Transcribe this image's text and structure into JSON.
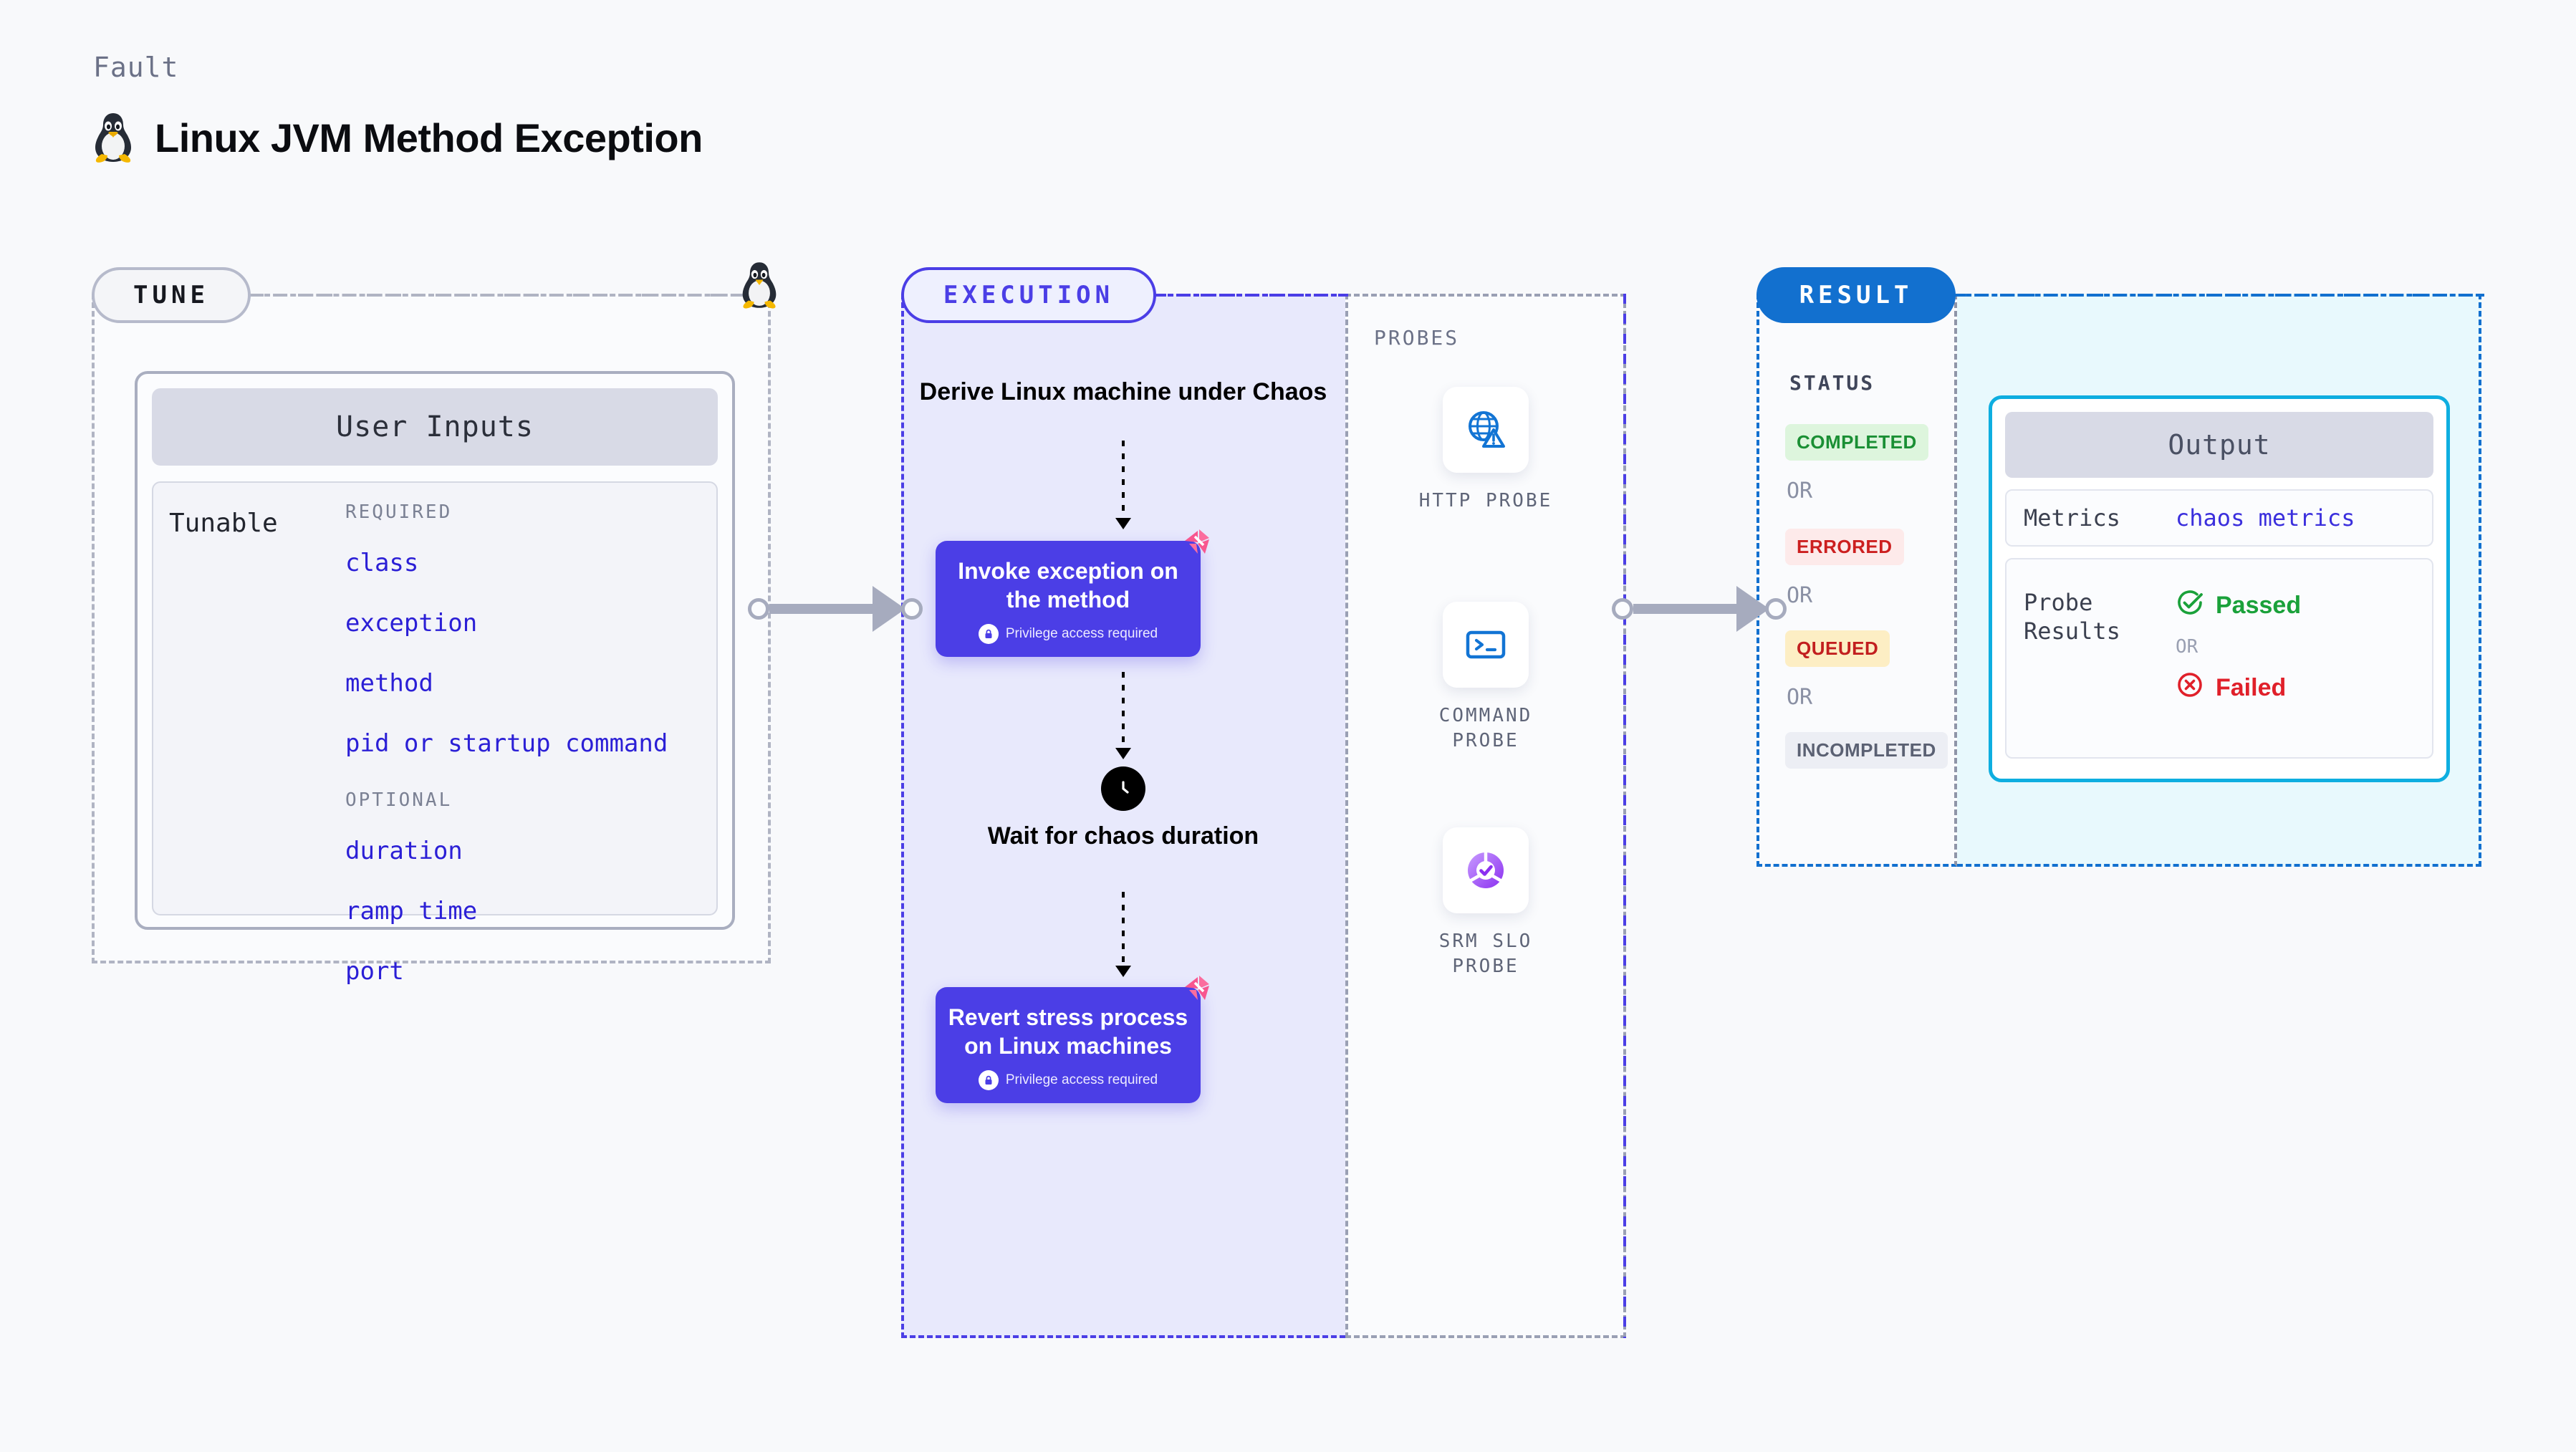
{
  "header": {
    "eyebrow": "Fault",
    "title": "Linux JVM Method Exception",
    "icon": "linux-tux-icon"
  },
  "sections": {
    "tune": {
      "pill_label": "TUNE"
    },
    "execution": {
      "pill_label": "EXECUTION"
    },
    "result": {
      "pill_label": "RESULT"
    },
    "probes": {
      "title": "PROBES"
    }
  },
  "user_inputs": {
    "card_title": "User Inputs",
    "row_label": "Tunable",
    "groups": [
      {
        "title": "REQUIRED",
        "items": [
          "class",
          "exception",
          "method",
          "pid or startup command"
        ]
      },
      {
        "title": "OPTIONAL",
        "items": [
          "duration",
          "ramp time",
          "port"
        ]
      }
    ]
  },
  "execution_flow": {
    "step_derive": "Derive Linux machine under Chaos",
    "node_invoke": {
      "title": "Invoke exception on the method",
      "note": "Privilege access required",
      "icon": "lock-icon",
      "badge_icon": "litmus-ribbon-icon"
    },
    "step_wait": "Wait for chaos duration",
    "wait_icon": "clock-icon",
    "node_revert": {
      "title": "Revert stress process on Linux machines",
      "note": "Privilege access required",
      "icon": "lock-icon",
      "badge_icon": "litmus-ribbon-icon"
    }
  },
  "probes": [
    {
      "label": "HTTP PROBE",
      "icon": "globe-warning-icon"
    },
    {
      "label": "COMMAND PROBE",
      "icon": "terminal-icon"
    },
    {
      "label": "SRM SLO PROBE",
      "icon": "slo-donut-check-icon"
    }
  ],
  "result": {
    "status_title": "STATUS",
    "or_label": "OR",
    "statuses": [
      {
        "label": "COMPLETED",
        "color": "#1a8f34",
        "bg": "#ddf5dd"
      },
      {
        "label": "ERRORED",
        "color": "#cc1f1f",
        "bg": "#fdeaea"
      },
      {
        "label": "QUEUED",
        "color": "#c21f1f",
        "bg": "#fdeec4"
      },
      {
        "label": "INCOMPLETED",
        "color": "#5b6173",
        "bg": "#eceef4"
      }
    ],
    "output": {
      "card_title": "Output",
      "metrics_label": "Metrics",
      "metrics_value": "chaos metrics",
      "probe_results_label": "Probe Results",
      "passed_label": "Passed",
      "failed_label": "Failed",
      "or_label": "OR",
      "passed_icon": "check-circle-icon",
      "failed_icon": "x-circle-icon"
    }
  },
  "colors": {
    "accent_purple": "#4b3ee6",
    "accent_blue": "#1270cf",
    "accent_cyan": "#0eaee0",
    "link_blue": "#2b1fd6",
    "ribbon_pink": "#f8568f"
  }
}
